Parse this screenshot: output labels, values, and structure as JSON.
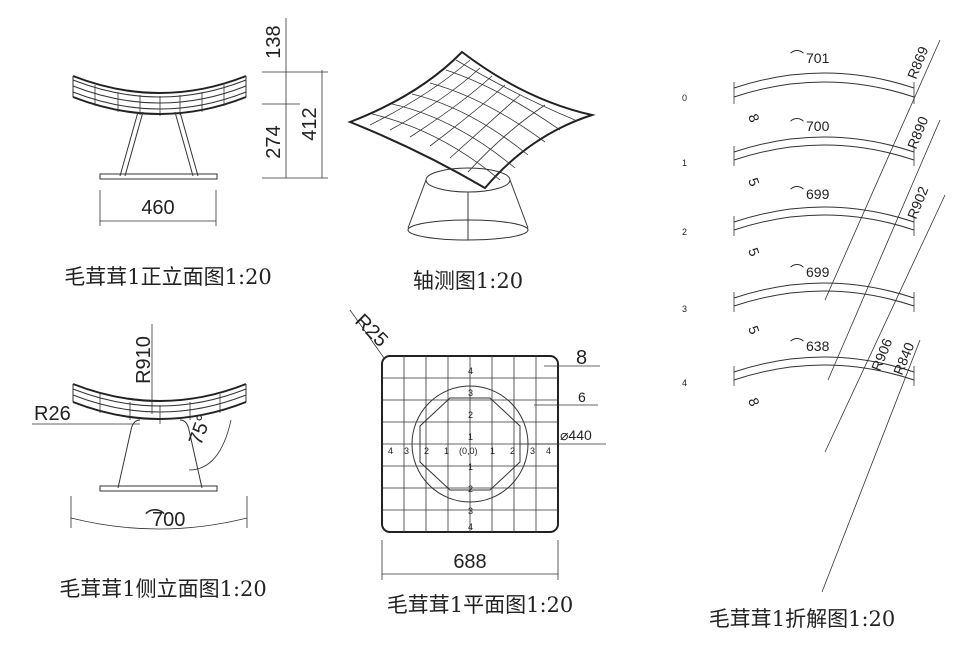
{
  "captions": {
    "front": "毛茸茸1正立面图1:20",
    "iso": "轴测图1:20",
    "side": "毛茸茸1侧立面图1:20",
    "plan": "毛茸茸1平面图1:20",
    "exploded": "毛茸茸1折解图1:20"
  },
  "front_view": {
    "width": "460",
    "h_top": "138",
    "h_base": "274",
    "h_total": "412"
  },
  "side_view": {
    "radius": "R910",
    "fillet": "R26",
    "angle": "75°",
    "arc_len": "700",
    "arc_symbol": "⌒"
  },
  "plan_view": {
    "corner_radius": "R25",
    "dim_8": "8",
    "dim_6": "6",
    "diameter": "⌀440",
    "width": "688",
    "axis_x": [
      "4",
      "3",
      "2",
      "1",
      "(0,0)",
      "1",
      "2",
      "3",
      "4"
    ],
    "axis_y_up": [
      "4",
      "3",
      "2",
      "1"
    ],
    "axis_y_down": [
      "1",
      "2",
      "3",
      "4"
    ]
  },
  "exploded_view": {
    "rows": [
      {
        "index": "0",
        "arc": "701",
        "radius": "R869",
        "thick": "8"
      },
      {
        "index": "1",
        "arc": "700",
        "radius": "R890",
        "thick": "5"
      },
      {
        "index": "2",
        "arc": "699",
        "radius": "R902",
        "thick": "5"
      },
      {
        "index": "3",
        "arc": "699",
        "radius": "",
        "thick": "5"
      },
      {
        "index": "4",
        "arc": "638",
        "radius": "R906",
        "thick": "8"
      }
    ],
    "extra_radius": "R840"
  }
}
